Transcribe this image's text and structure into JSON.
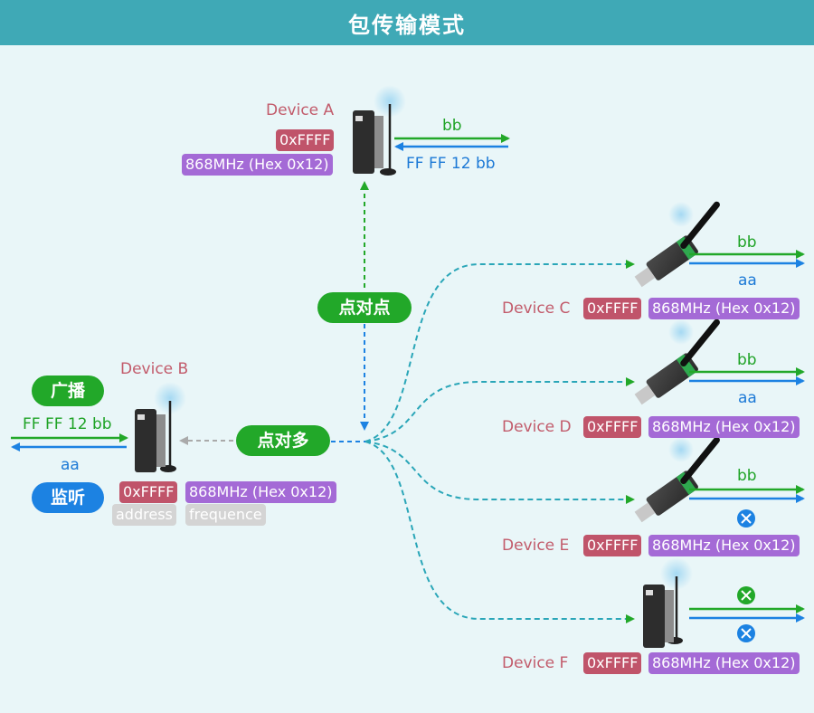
{
  "title": "包传输模式",
  "modes": {
    "point_to_point": "点对点",
    "point_to_multi": "点对多"
  },
  "side_labels": {
    "broadcast": "广播",
    "monitor": "监听"
  },
  "device_a": {
    "name": "Device A",
    "address": "0xFFFF",
    "frequency": "868MHz (Hex 0x12)",
    "send": "bb",
    "receive": "FF FF 12 bb"
  },
  "device_b": {
    "name": "Device B",
    "address": "0xFFFF",
    "frequency": "868MHz (Hex 0x12)",
    "send": "FF FF 12 bb",
    "receive": "aa",
    "address_caption": "address",
    "frequency_caption": "frequence"
  },
  "device_c": {
    "name": "Device C",
    "address": "0xFFFF",
    "frequency": "868MHz (Hex 0x12)",
    "receive": "bb",
    "send": "aa"
  },
  "device_d": {
    "name": "Device D",
    "address": "0xFFFF",
    "frequency": "868MHz (Hex 0x12)",
    "receive": "bb",
    "send": "aa"
  },
  "device_e": {
    "name": "Device E",
    "address": "0xFFFF",
    "frequency": "868MHz (Hex 0x12)",
    "receive": "bb"
  },
  "device_f": {
    "name": "Device F",
    "address": "0xFFFF",
    "frequency": "868MHz (Hex 0x12)"
  },
  "colors": {
    "header": "#3fa9b6",
    "green": "#22a829",
    "blue": "#1c82e2",
    "address_tag": "#c0546a",
    "frequency_tag": "#a46ad6",
    "device_name": "#c25b6b"
  }
}
